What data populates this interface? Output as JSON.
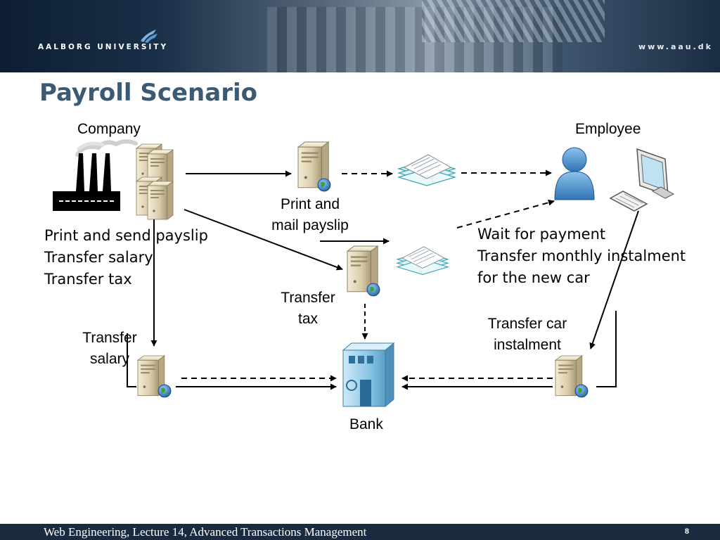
{
  "header": {
    "logo_text": "AALBORG UNIVERSITY",
    "url": "www.aau.dk"
  },
  "slide": {
    "title": "Payroll Scenario"
  },
  "labels": {
    "company": "Company",
    "employee": "Employee",
    "print_mail_payslip": [
      "Print and",
      "mail payslip"
    ],
    "transfer_tax": [
      "Transfer",
      "tax"
    ],
    "transfer_salary": [
      "Transfer",
      "salary"
    ],
    "transfer_car_instalment": [
      "Transfer car",
      "instalment"
    ],
    "bank": "Bank"
  },
  "company_tasks": [
    "Print and send payslip",
    "Transfer salary",
    "Transfer tax"
  ],
  "employee_tasks": [
    "Wait for payment",
    "Transfer monthly instalment",
    "for the new car"
  ],
  "footer": {
    "lecture": "Web Engineering, Lecture 14, Advanced Transactions Management",
    "page": "8"
  }
}
